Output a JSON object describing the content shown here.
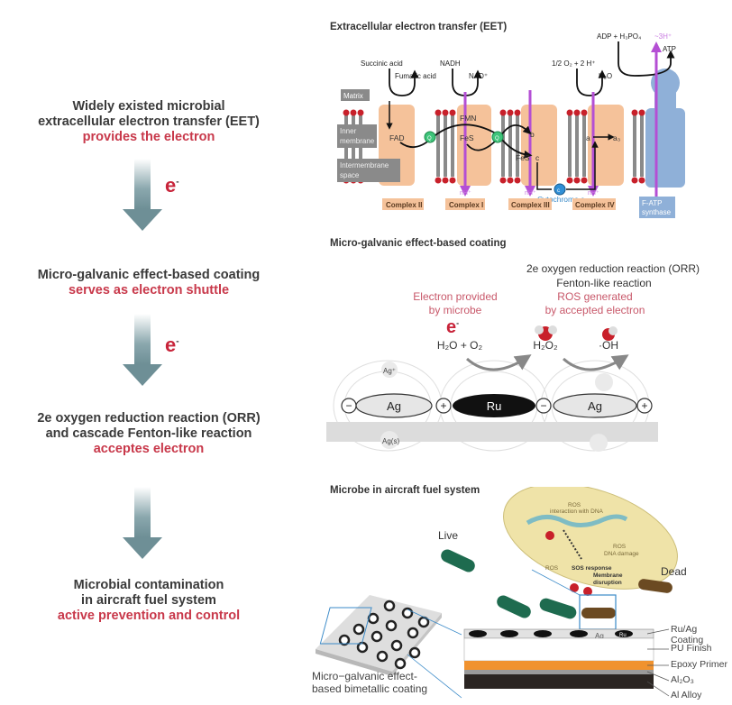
{
  "left_flow": {
    "step1": {
      "line1": "Widely existed microbial",
      "line2": "extracellular electron transfer (EET)",
      "highlight": "provides the electron"
    },
    "arrow1_label": "e",
    "step2": {
      "line1": "Micro-galvanic effect-based coating",
      "highlight": "serves as electron shuttle"
    },
    "arrow2_label": "e",
    "step3": {
      "line1": "2e oxygen reduction reaction (ORR)",
      "line2": "and cascade Fenton-like reaction",
      "highlight": "acceptes electron"
    },
    "step4": {
      "line1": "Microbial contamination",
      "line2": "in aircraft fuel system",
      "highlight": "active prevention and control"
    },
    "electron_superscript": "-"
  },
  "eet_panel": {
    "title": "Extracellular electron transfer (EET)",
    "labels": {
      "matrix": "Matrix",
      "inner_membrane_1": "Inner",
      "inner_membrane_2": "membrane",
      "intermembrane_1": "Intermembrane",
      "intermembrane_2": "space",
      "succinic": "Succinic acid",
      "fumaric": "Fumaric acid",
      "nadh": "NADH",
      "nad": "NAD⁺",
      "o2": "1/2 O₂ + 2 H⁺",
      "h2o": "H₂O",
      "adp": "ADP + H₃PO₄",
      "h3": "~3H⁺",
      "atp": "ATP",
      "fad": "FAD",
      "fmn": "FMN",
      "fes": "FeS",
      "fes2": "FeS",
      "b": "b",
      "c": "c",
      "a": "a",
      "a3": "a₃",
      "q": "Q",
      "cytc_short": "c",
      "cytochrome": "Cytochrome c",
      "nh": "nH⁺",
      "complex2": "Complex II",
      "complex1": "Complex I",
      "complex3": "Complex III",
      "complex4": "Complex IV",
      "fatp1": "F-ATP",
      "fatp2": "synthase"
    }
  },
  "galvanic_panel": {
    "title": "Micro-galvanic effect-based coating",
    "orr": "2e oxygen reduction reaction (ORR)",
    "fenton": "Fenton-like reaction",
    "electron_provided_1": "Electron provided",
    "electron_provided_2": "by microbe",
    "ros_generated_1": "ROS generated",
    "ros_generated_2": "by accepted electron",
    "e_symbol": "e",
    "reactants": "H₂O + O₂",
    "h2o2": "H₂O₂",
    "oh": "·OH",
    "ag_ion": "Ag⁺",
    "ag_solid": "Ag(s)",
    "ag1": "Ag",
    "ru": "Ru",
    "ag2": "Ag",
    "minus": "−",
    "plus": "+"
  },
  "fuel_panel": {
    "title": "Microbe in aircraft fuel system",
    "live": "Live",
    "dead": "Dead",
    "ros_dna_1": "ROS",
    "ros_dna_2": "interaction with DNA",
    "ros_damage_1": "ROS",
    "ros_damage_2": "DNA damage",
    "ros": "ROS",
    "sos": "SOS response",
    "membrane_1": "Membrane",
    "membrane_2": "disruption",
    "coating_caption_1": "Micro−galvanic effect-",
    "coating_caption_2": "based bimetallic coating",
    "layers": [
      "Ru/Ag Coating",
      "PU Finish",
      "Epoxy Primer",
      "Al₂O₃",
      "Al Alloy"
    ],
    "ag_in_coating": "Ag",
    "ru_in_coating": "Ru"
  },
  "colors": {
    "highlight_red": "#c8384a",
    "arrow_teal": "#6e8f96",
    "complex_orange": "#f5c29a",
    "proton_purple": "#b44fd4",
    "atp_blue": "#8fb0d8",
    "epoxy_orange": "#f0922f",
    "al_alloy": "#2b2522"
  }
}
